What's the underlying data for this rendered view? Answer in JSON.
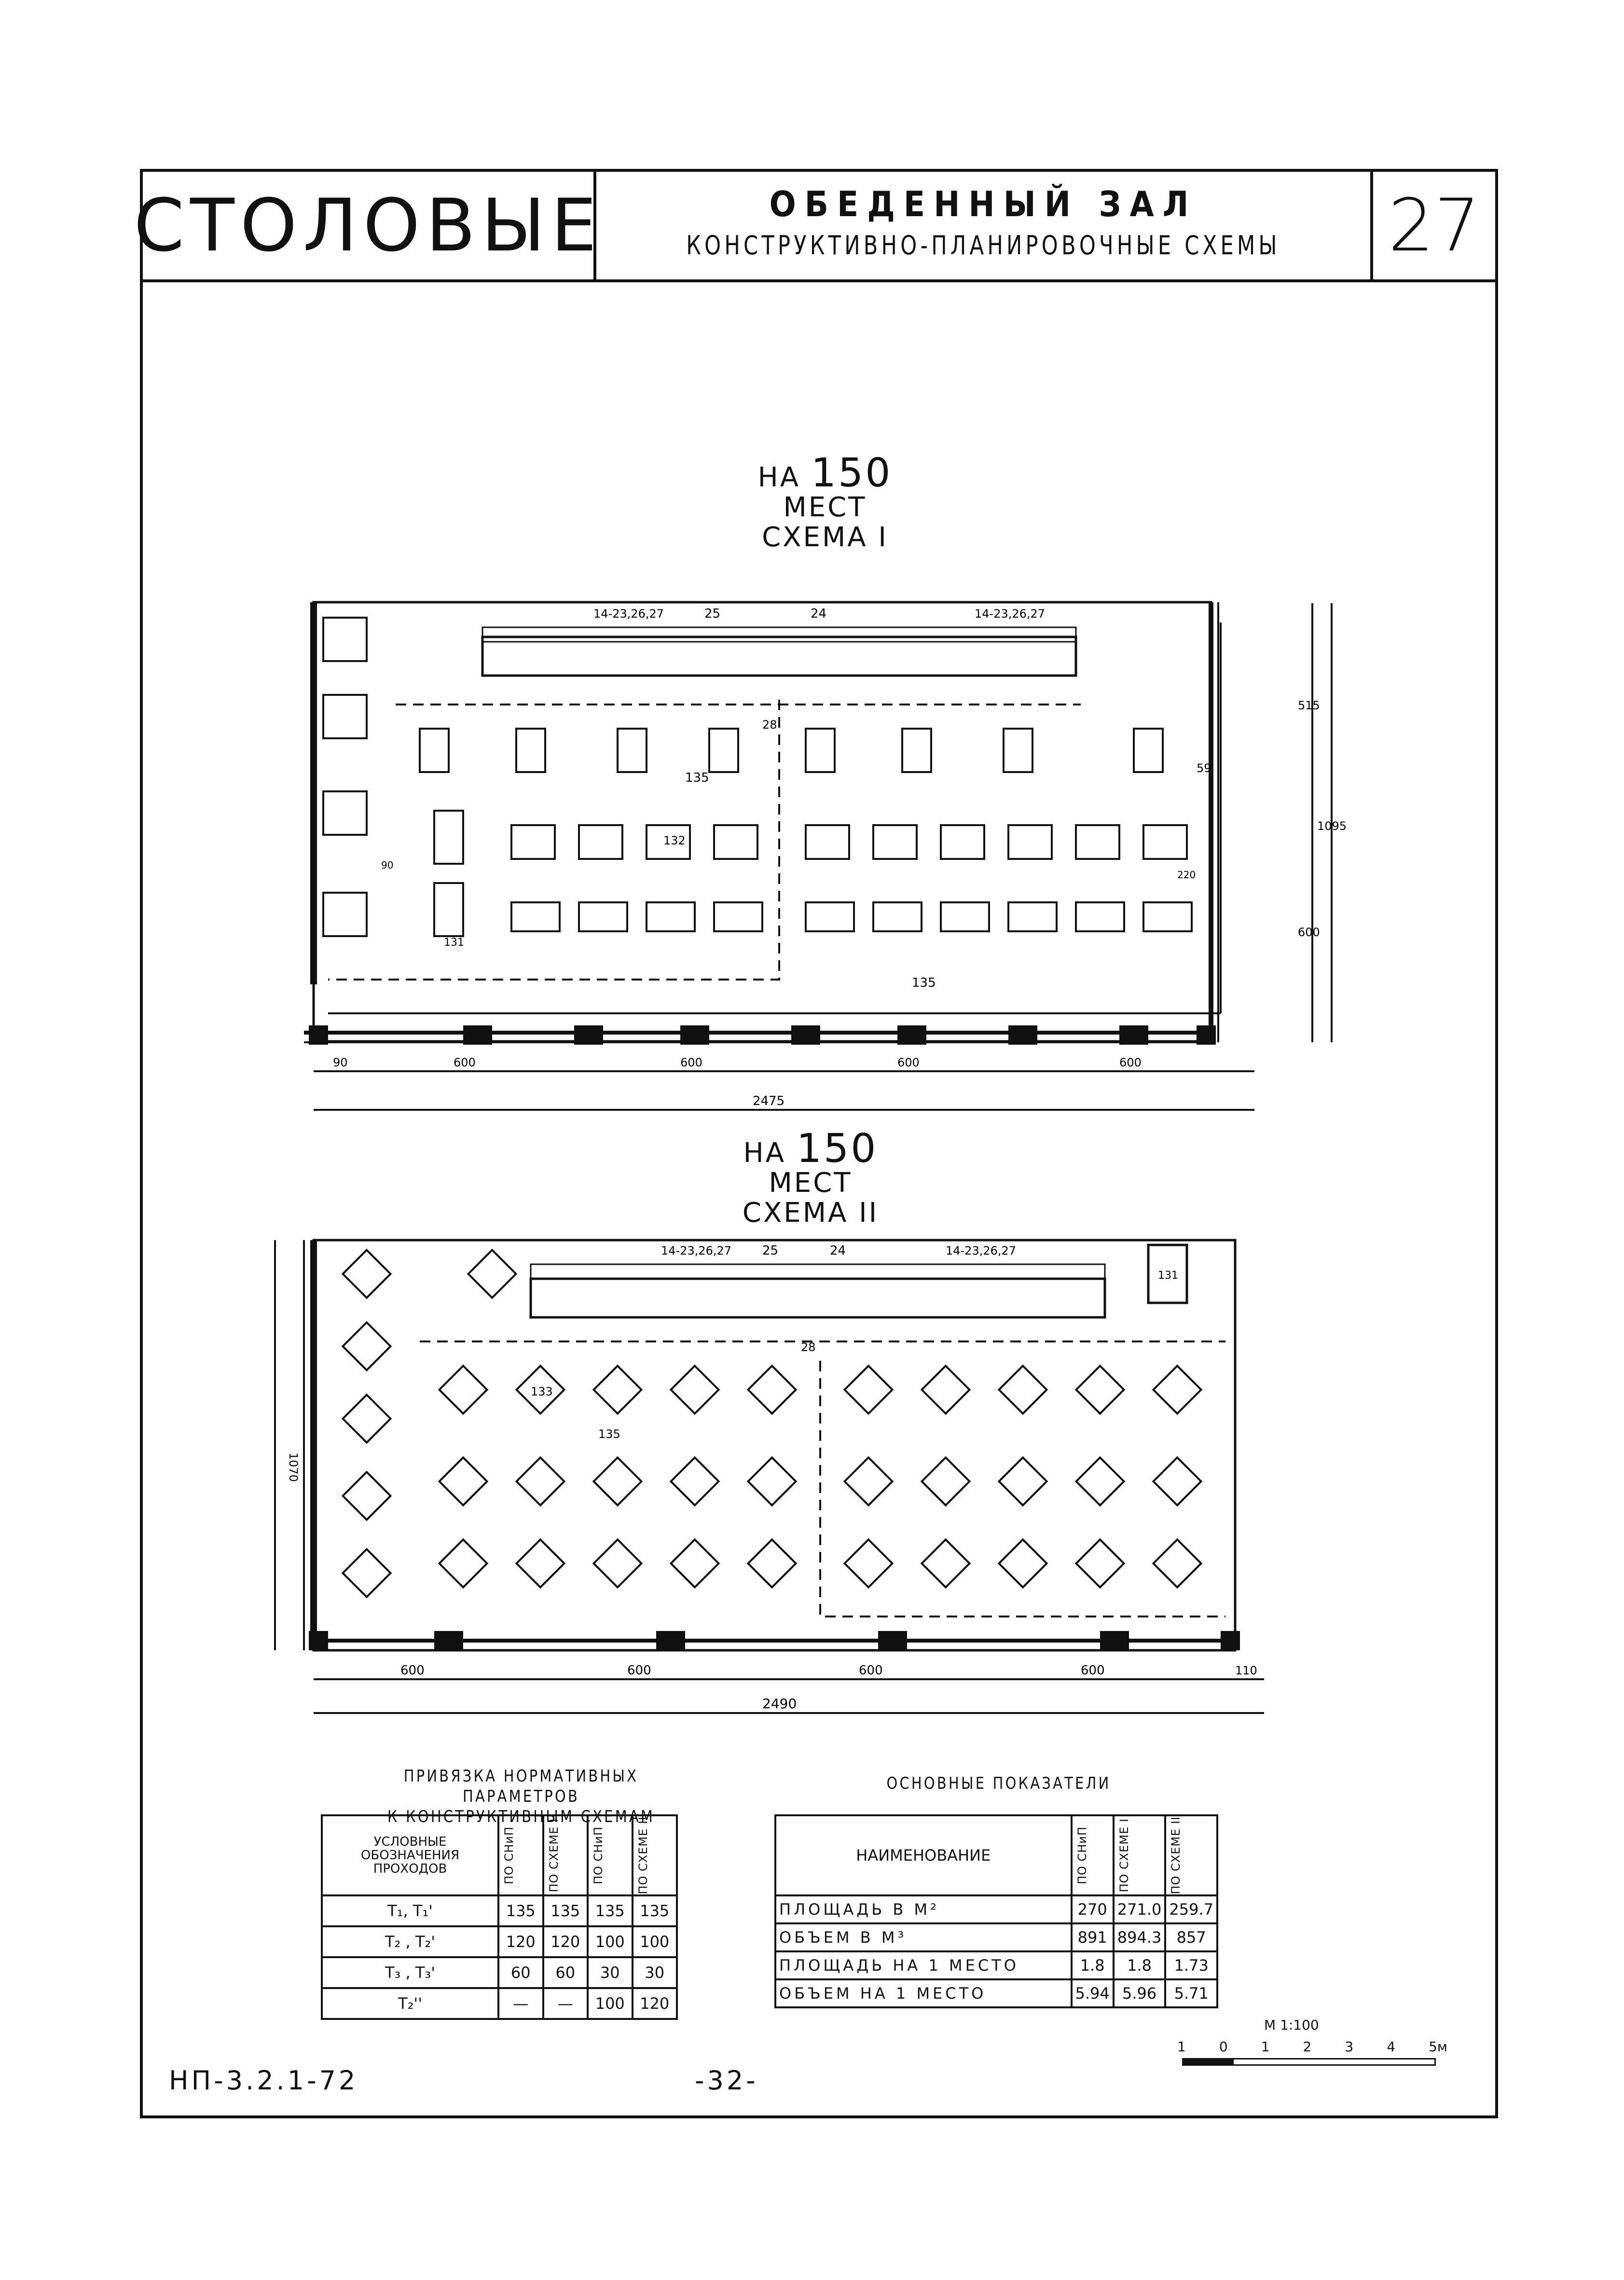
{
  "title_block": {
    "brand": "СТОЛОВЫЕ",
    "title": "ОБЕДЕННЫЙ ЗАЛ",
    "subtitle": "КОНСТРУКТИВНО-ПЛАНИРОВОЧНЫЕ СХЕМЫ",
    "sheet_number": "27"
  },
  "scheme1": {
    "heading_line1_pre": "НА",
    "heading_line1_num": "150",
    "heading_line1_post": "МЕСТ",
    "heading_line2": "СХЕМА І",
    "labels": {
      "equip_left": "14-23,26,27",
      "equip_25": "25",
      "equip_24": "24",
      "equip_right": "14-23,26,27",
      "counter": "28",
      "wall": "59",
      "table135": "135",
      "table135b": "135",
      "table132": "132",
      "table131": "131"
    },
    "dims": {
      "bottom": [
        "90",
        "600",
        "600",
        "600",
        "600"
      ],
      "total": "2475",
      "right_top": "515",
      "right_total": "1095",
      "right_bottom": "600",
      "small_220": "220",
      "small_90": "90"
    }
  },
  "scheme2": {
    "heading_line1_pre": "НА",
    "heading_line1_num": "150",
    "heading_line1_post": "МЕСТ",
    "heading_line2": "СХЕМА ІІ",
    "labels": {
      "equip_left": "14-23,26,27",
      "equip_25": "25",
      "equip_24": "24",
      "equip_right": "14-23,26,27",
      "counter": "28",
      "table133": "133",
      "table135": "135",
      "table131": "131"
    },
    "dims": {
      "bottom": [
        "600",
        "600",
        "600",
        "600",
        "110"
      ],
      "total": "2490",
      "left": "1070"
    }
  },
  "params_table": {
    "caption_line1": "ПРИВЯЗКА НОРМАТИВНЫХ ПАРАМЕТРОВ",
    "caption_line2": "К КОНСТРУКТИВНЫМ СХЕМАМ",
    "header_first": "УСЛОВНЫЕ ОБОЗНАЧЕНИЯ ПРОХОДОВ",
    "header_cols": [
      "ПО СНиП",
      "ПО СХЕМЕ І",
      "ПО СНиП",
      "ПО СХЕМЕ ІІ"
    ],
    "rows": [
      [
        "Т₁, Т₁'",
        "135",
        "135",
        "135",
        "135"
      ],
      [
        "Т₂ , Т₂'",
        "120",
        "120",
        "100",
        "100"
      ],
      [
        "Т₃ , Т₃'",
        "60",
        "60",
        "30",
        "30"
      ],
      [
        "Т₂''",
        "—",
        "—",
        "100",
        "120"
      ]
    ]
  },
  "indicators_table": {
    "caption": "ОСНОВНЫЕ ПОКАЗАТЕЛИ",
    "header_first": "НАИМЕНОВАНИЕ",
    "header_cols": [
      "ПО СНиП",
      "ПО СХЕМЕ І",
      "ПО СХЕМЕ ІІ"
    ],
    "rows": [
      [
        "ПЛОЩАДЬ В М²",
        "270",
        "271.0",
        "259.7"
      ],
      [
        "ОБЪЕМ В М³",
        "891",
        "894.3",
        "857"
      ],
      [
        "ПЛОЩАДЬ НА 1 МЕСТО",
        "1.8",
        "1.8",
        "1.73"
      ],
      [
        "ОБЪЕМ НА 1 МЕСТО",
        "5.94",
        "5.96",
        "5.71"
      ]
    ]
  },
  "scale": {
    "label": "М 1:100",
    "ticks": [
      "1",
      "0",
      "1",
      "2",
      "3",
      "4",
      "5м"
    ]
  },
  "footer": {
    "code": "НП-3.2.1-72",
    "page": "-32-"
  }
}
